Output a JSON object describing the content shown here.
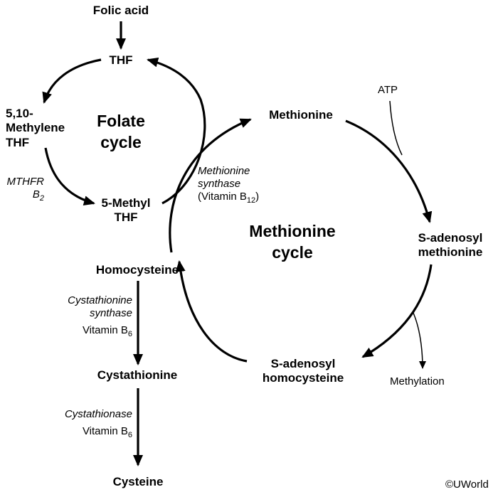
{
  "nodes": {
    "folic_acid": "Folic acid",
    "thf": "THF",
    "methylene_thf": [
      "5,10-",
      "Methylene",
      "THF"
    ],
    "methyl_thf": [
      "5-Methyl",
      "THF"
    ],
    "homocysteine": "Homocysteine",
    "methionine": "Methionine",
    "sam": [
      "S-adenosyl",
      "methionine"
    ],
    "sah": [
      "S-adenosyl",
      "homocysteine"
    ],
    "cystathionine": "Cystathionine",
    "cysteine": "Cysteine"
  },
  "cycle_titles": {
    "folate": [
      "Folate",
      "cycle"
    ],
    "methionine": [
      "Methionine",
      "cycle"
    ]
  },
  "enzymes": {
    "mthfr": "MTHFR",
    "b2": {
      "base": "B",
      "sub": "2"
    },
    "methionine_synthase": [
      "Methionine",
      "synthase"
    ],
    "vitamin_b12": {
      "base": "(Vitamin B",
      "sub": "12",
      "tail": ")"
    },
    "cystathionine_synthase": [
      "Cystathionine",
      "synthase"
    ],
    "vitamin_b6_a": {
      "base": "Vitamin B",
      "sub": "6"
    },
    "cystathionase": "Cystathionase",
    "vitamin_b6_b": {
      "base": "Vitamin B",
      "sub": "6"
    }
  },
  "side_inputs": {
    "atp": "ATP",
    "methylation": "Methylation"
  },
  "credit": "©UWorld",
  "colors": {
    "ink": "#000000",
    "background": "#ffffff"
  }
}
